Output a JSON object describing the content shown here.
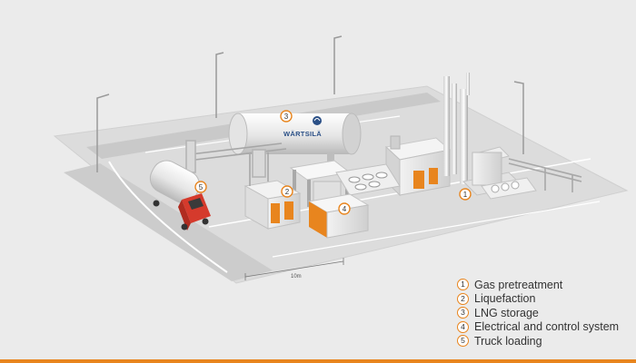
{
  "legend": [
    {
      "num": "1",
      "label": "Gas pretreatment"
    },
    {
      "num": "2",
      "label": "Liquefaction"
    },
    {
      "num": "3",
      "label": "LNG storage"
    },
    {
      "num": "4",
      "label": "Electrical and control system"
    },
    {
      "num": "5",
      "label": "Truck loading"
    }
  ],
  "markers": {
    "m1": "1",
    "m2": "2",
    "m3": "3",
    "m4": "4",
    "m5": "5"
  },
  "scale_label": "10m",
  "logo_text": "WÄRTSILÄ",
  "colors": {
    "accent": "#e8851e",
    "background": "#ebebeb",
    "ground": "#d9d9d9",
    "truck_cab": "#d53a2c",
    "logo_blue": "#2a4f86"
  }
}
